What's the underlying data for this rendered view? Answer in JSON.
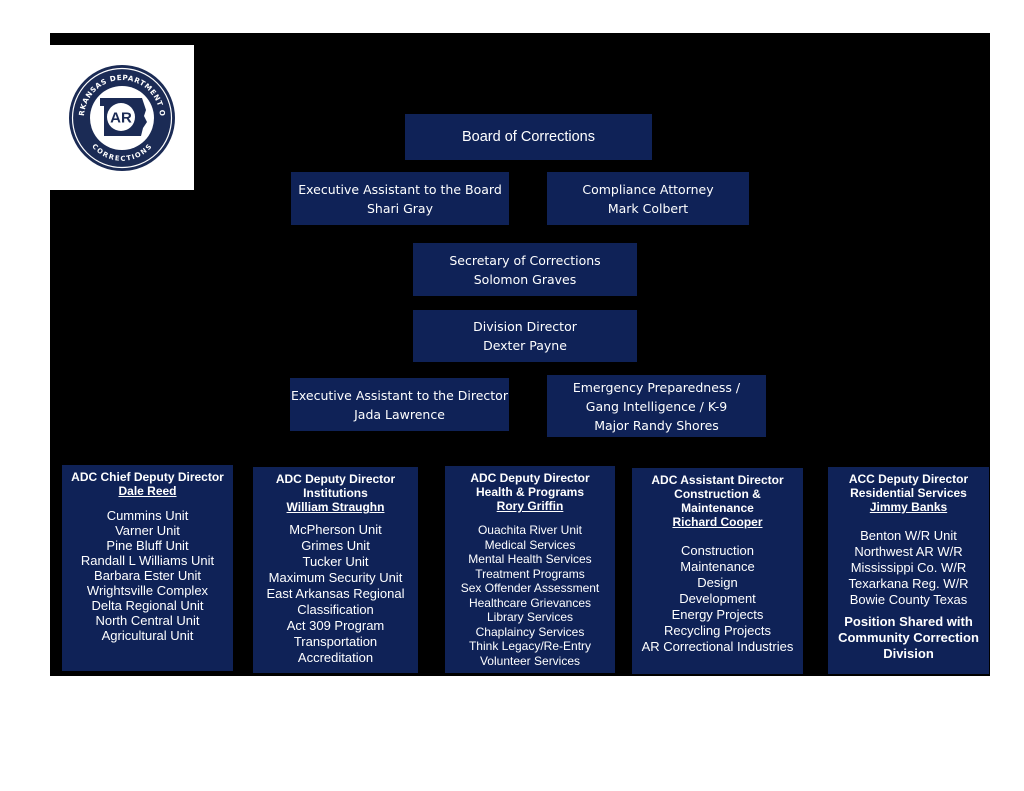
{
  "logo": {
    "ring_text_top": "ARKANSAS DEPARTMENT OF",
    "ring_text_bottom": "CORRECTIONS",
    "monogram": "AR",
    "colors": {
      "navy": "#1b2b55",
      "white": "#ffffff"
    }
  },
  "board": {
    "title": "Board of Corrections"
  },
  "exec_assistant_board": {
    "title": "Executive Assistant to the Board",
    "name": "Shari Gray"
  },
  "compliance_attorney": {
    "title": "Compliance Attorney",
    "name": "Mark Colbert"
  },
  "secretary": {
    "title": "Secretary of Corrections",
    "name": "Solomon Graves"
  },
  "division_director": {
    "title": "Division Director",
    "name": "Dexter Payne"
  },
  "exec_assistant_director": {
    "title": "Executive Assistant to the Director",
    "name": "Jada Lawrence"
  },
  "emergency": {
    "line1": "Emergency Preparedness /",
    "line2": "Gang Intelligence / K-9",
    "name": "Major Randy Shores"
  },
  "columns": [
    {
      "head": [
        "ADC Chief Deputy Director"
      ],
      "name": "Dale Reed",
      "items": [
        "Cummins Unit",
        "Varner Unit",
        "Pine Bluff Unit",
        "Randall L Williams Unit",
        "Barbara Ester Unit",
        "Wrightsville Complex",
        "Delta Regional Unit",
        "North Central Unit",
        "Agricultural Unit"
      ]
    },
    {
      "head": [
        "ADC Deputy Director",
        "Institutions"
      ],
      "name": "William Straughn",
      "items": [
        "McPherson Unit",
        "Grimes Unit",
        "Tucker Unit",
        "Maximum Security Unit",
        "East Arkansas Regional",
        "Classification",
        "Act 309 Program",
        "Transportation",
        "Accreditation"
      ]
    },
    {
      "head": [
        "ADC Deputy Director",
        "Health & Programs"
      ],
      "name": "Rory Griffin",
      "items": [
        "Ouachita River Unit",
        "Medical Services",
        "Mental Health Services",
        "Treatment Programs",
        "Sex Offender Assessment",
        "Healthcare Grievances",
        "Library Services",
        "Chaplaincy Services",
        "Think Legacy/Re-Entry",
        "Volunteer Services"
      ]
    },
    {
      "head": [
        "ADC Assistant Director",
        "Construction &",
        "Maintenance"
      ],
      "name": "Richard Cooper",
      "items": [
        "Construction",
        "Maintenance",
        "Design",
        "Development",
        "Energy Projects",
        "Recycling Projects",
        "AR Correctional Industries"
      ]
    },
    {
      "head": [
        "ACC Deputy Director",
        "Residential Services"
      ],
      "name": "Jimmy Banks",
      "items": [
        "Benton W/R Unit",
        "Northwest AR W/R",
        "Mississippi Co. W/R",
        "Texarkana Reg. W/R",
        "Bowie County Texas"
      ],
      "note": [
        "Position Shared with",
        "Community Correction",
        "Division"
      ]
    }
  ]
}
